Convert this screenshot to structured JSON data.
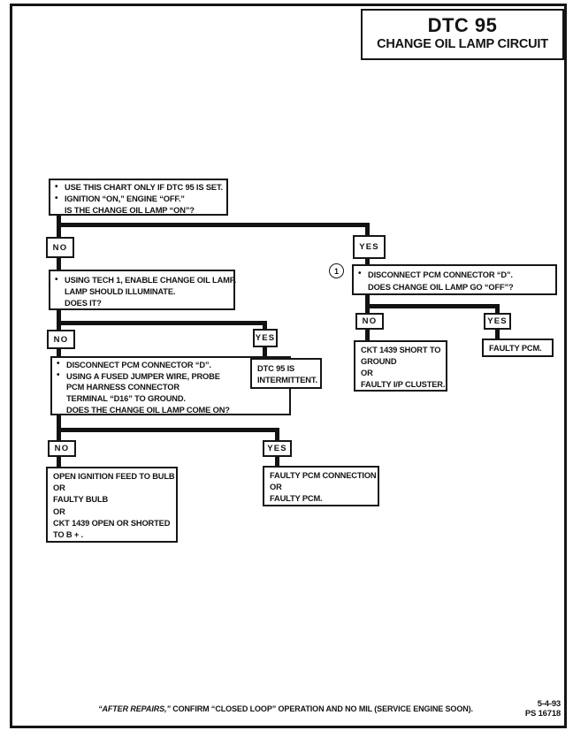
{
  "colors": {
    "ink": "#131313",
    "paper": "#ffffff"
  },
  "icons": {
    "bullet": "•"
  },
  "header": {
    "title": "DTC 95",
    "subtitle": "CHANGE OIL LAMP CIRCUIT"
  },
  "flow": {
    "labels": {
      "no": "NO",
      "yes": "YES",
      "callout1": "1"
    },
    "start": {
      "lines": [
        "USE THIS CHART ONLY IF DTC 95 IS SET.",
        "IGNITION “ON,” ENGINE “OFF.”",
        "IS THE CHANGE OIL LAMP “ON”?"
      ]
    },
    "tech1": {
      "lines": [
        "USING TECH 1, ENABLE CHANGE OIL LAMP.",
        "LAMP SHOULD ILLUMINATE.",
        "DOES IT?"
      ]
    },
    "disconnect_right": {
      "lines": [
        "DISCONNECT PCM CONNECTOR “D”.",
        "DOES CHANGE OIL LAMP GO “OFF”?"
      ]
    },
    "disconnect_left": {
      "lines": [
        "DISCONNECT PCM CONNECTOR “D”.",
        "USING A FUSED JUMPER WIRE, PROBE",
        "PCM HARNESS CONNECTOR",
        "TERMINAL “D16” TO GROUND.",
        "DOES THE CHANGE OIL LAMP COME ON?"
      ]
    },
    "intermittent": {
      "lines": [
        "DTC 95 IS",
        "INTERMITTENT."
      ]
    },
    "ckt_short": {
      "lines": [
        "CKT 1439 SHORT TO",
        "GROUND",
        "OR",
        "FAULTY I/P CLUSTER."
      ]
    },
    "faulty_pcm": {
      "lines": [
        "FAULTY PCM."
      ]
    },
    "open_ignition": {
      "lines": [
        "OPEN IGNITION FEED TO BULB",
        "OR",
        "FAULTY BULB",
        "OR",
        "CKT 1439 OPEN OR SHORTED",
        "TO B + ."
      ]
    },
    "faulty_connection": {
      "lines": [
        "FAULTY PCM CONNECTION",
        "OR",
        "FAULTY PCM."
      ]
    }
  },
  "footer": {
    "note_italic": "“AFTER REPAIRS,”",
    "note_rest": " CONFIRM “CLOSED LOOP” OPERATION AND NO MIL (SERVICE ENGINE SOON).",
    "date": "5-4-93",
    "ref": "PS 16718"
  }
}
